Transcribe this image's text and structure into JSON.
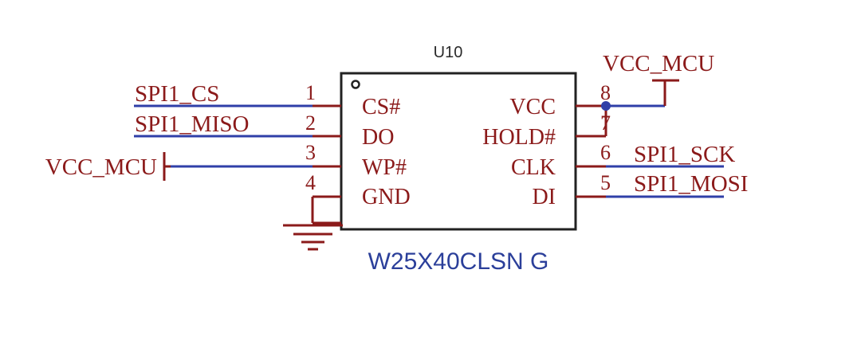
{
  "component": {
    "designator": "U10",
    "part_number": "W25X40CLSN G"
  },
  "pins_left": [
    {
      "num": "1",
      "name": "CS#"
    },
    {
      "num": "2",
      "name": "DO"
    },
    {
      "num": "3",
      "name": "WP#"
    },
    {
      "num": "4",
      "name": "GND"
    }
  ],
  "pins_right": [
    {
      "num": "8",
      "name": "VCC"
    },
    {
      "num": "7",
      "name": "HOLD#"
    },
    {
      "num": "6",
      "name": "CLK"
    },
    {
      "num": "5",
      "name": "DI"
    }
  ],
  "nets": {
    "cs": "SPI1_CS",
    "miso": "SPI1_MISO",
    "vcc_left": "VCC_MCU",
    "vcc_top": "VCC_MCU",
    "sck": "SPI1_SCK",
    "mosi": "SPI1_MOSI"
  },
  "colors": {
    "schematic_red": "#8b1a1a",
    "wire_blue": "#2f3fa8",
    "part_blue": "#2b3f9a"
  }
}
